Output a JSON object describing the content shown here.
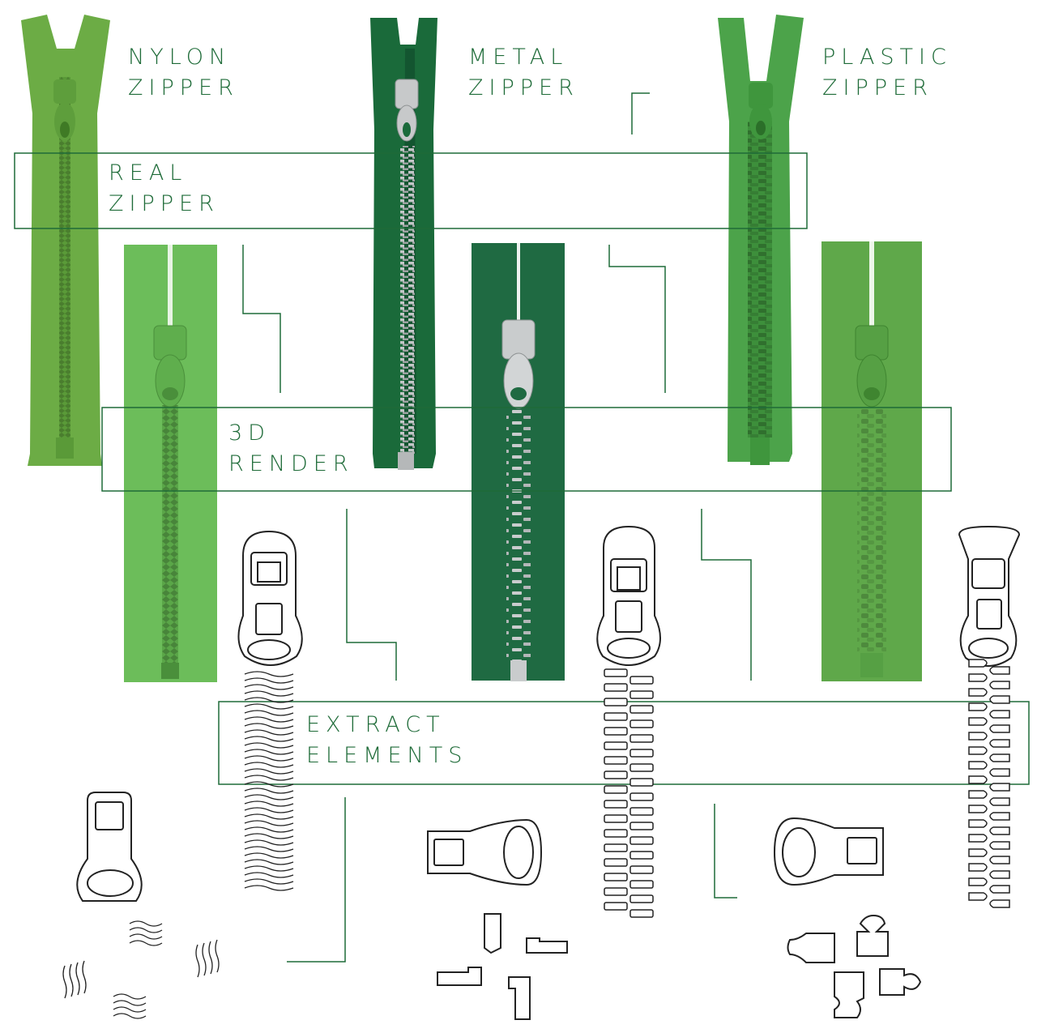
{
  "labels": {
    "nylon": {
      "line1": "NYLON",
      "line2": "ZIPPER"
    },
    "metal": {
      "line1": "METAL",
      "line2": "ZIPPER"
    },
    "plastic": {
      "line1": "PLASTIC",
      "line2": "ZIPPER"
    },
    "real": {
      "line1": "REAL",
      "line2": "ZIPPER"
    },
    "render": {
      "line1": "3D",
      "line2": "RENDER"
    },
    "extract": {
      "line1": "EXTRACT",
      "line2": "ELEMENTS"
    }
  },
  "colors": {
    "line": "#1e6b38",
    "nylon_real": "#6cac45",
    "metal_real": "#1a6a3a",
    "plastic_real": "#4ca34a",
    "nylon_render": "#6cbd5a",
    "metal_render": "#1f6a42",
    "plastic_render": "#5fa84a",
    "metal_teeth": "#b9bcbd",
    "outline": "#222222"
  }
}
